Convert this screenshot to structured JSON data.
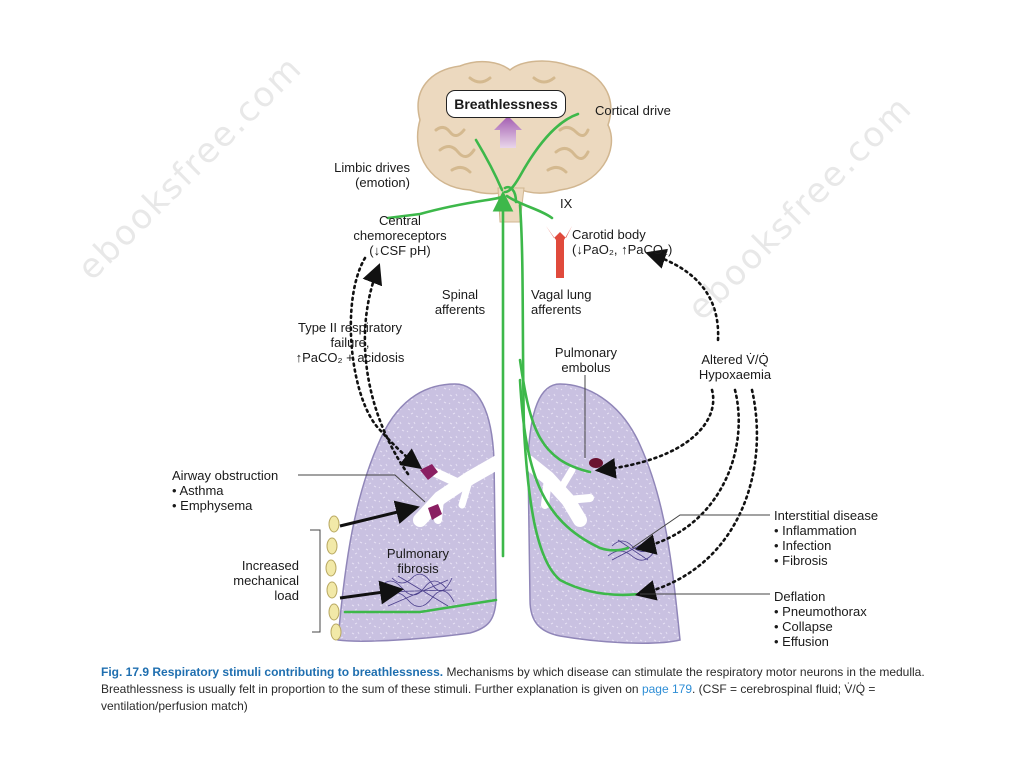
{
  "diagram": {
    "title_box": "Breathlessness",
    "labels": {
      "cortical_drive": "Cortical drive",
      "limbic_line1": "Limbic drives",
      "limbic_line2": "(emotion)",
      "ix": "IX",
      "central_line1": "Central",
      "central_line2": "chemoreceptors",
      "central_line3": "(↓CSF pH)",
      "carotid_line1": "Carotid body",
      "carotid_line2": "(↓PaO₂, ↑PaCO₂)",
      "spinal_line1": "Spinal",
      "spinal_line2": "afferents",
      "vagal_line1": "Vagal lung",
      "vagal_line2": "afferents",
      "type2_line1": "Type II respiratory",
      "type2_line2": "failure,",
      "type2_line3": "↑PaCO₂ + acidosis",
      "pe_line1": "Pulmonary",
      "pe_line2": "embolus",
      "vq_line1": "Altered V̇/Q̇",
      "vq_line2": "Hypoxaemia",
      "airway_title": "Airway obstruction",
      "airway_item1": "• Asthma",
      "airway_item2": "• Emphysema",
      "interstitial_title": "Interstitial disease",
      "interstitial_item1": "• Inflammation",
      "interstitial_item2": "• Infection",
      "interstitial_item3": "• Fibrosis",
      "mech_line1": "Increased",
      "mech_line2": "mechanical",
      "mech_line3": "load",
      "fibrosis_line1": "Pulmonary",
      "fibrosis_line2": "fibrosis",
      "deflation_title": "Deflation",
      "deflation_item1": "• Pneumothorax",
      "deflation_item2": "• Collapse",
      "deflation_item3": "• Effusion"
    },
    "watermark": "ebooksfree.com"
  },
  "caption": {
    "fig_number": "Fig. 17.9",
    "fig_title": "Respiratory stimuli contributing to breathlessness.",
    "text_a": "Mechanisms by which disease can stimulate the respiratory motor neurons in the medulla. Breathlessness is usually felt in proportion to the sum of these stimuli. Further explanation is given on",
    "link": "page 179",
    "text_b": ". (CSF = cerebrospinal fluid; V̇/Q̇ = ventilation/perfusion match)"
  },
  "colors": {
    "nerve_green": "#3db84a",
    "lung_fill": "#c7bfe0",
    "lung_stroke": "#9086b8",
    "brain_fill": "#ecd9bf",
    "carotid_red": "#e04a3c",
    "airway_purple": "#8a1f62"
  }
}
